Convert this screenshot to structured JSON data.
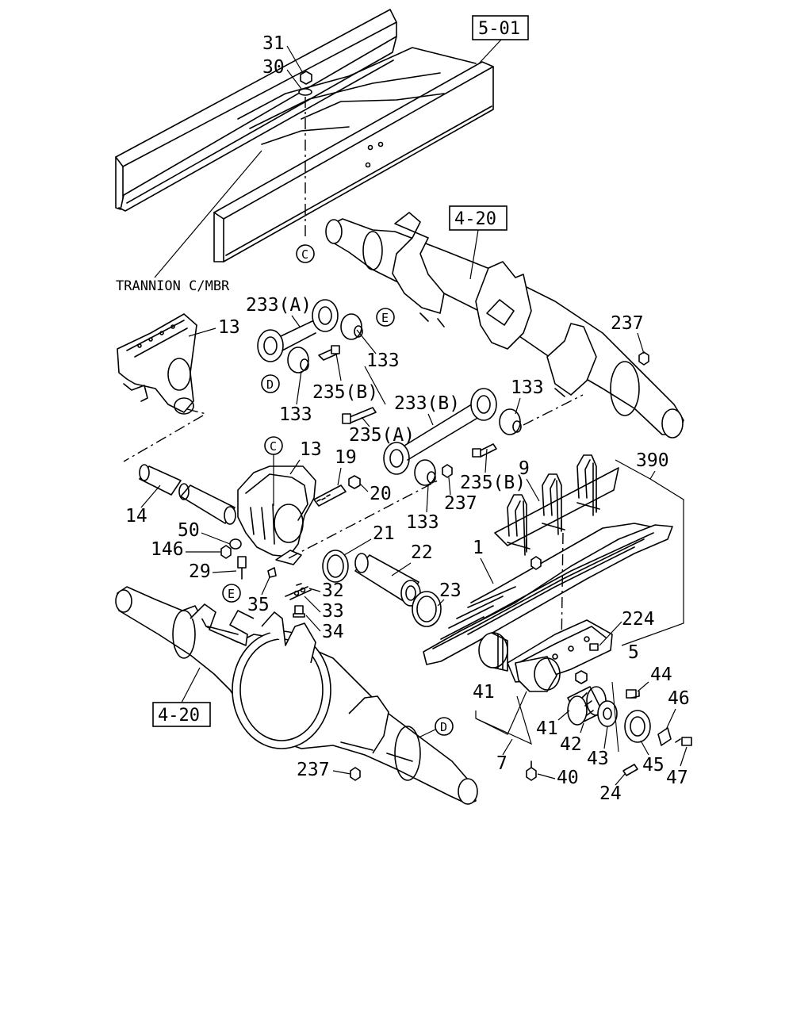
{
  "diagram": {
    "section_refs": [
      "5-01",
      "4-20",
      "4-20"
    ],
    "crossmember_label": "TRANNION C/MBR",
    "circle_refs": [
      "C",
      "C",
      "D",
      "D",
      "E",
      "E"
    ],
    "part_labels": {
      "p31": "31",
      "p30": "30",
      "p13a": "13",
      "p233a": "233(A)",
      "p133a": "133",
      "p235b1": "235(B)",
      "p133b": "133",
      "p237a": "237",
      "p133c": "133",
      "p233b": "233(B)",
      "p235a": "235(A)",
      "p13b": "13",
      "p19": "19",
      "p20": "20",
      "p235b2": "235(B)",
      "p237b": "237",
      "p390": "390",
      "p9": "9",
      "p14": "14",
      "p50": "50",
      "p146": "146",
      "p29": "29",
      "p21": "21",
      "p22": "22",
      "p133d": "133",
      "p1": "1",
      "p23": "23",
      "p32": "32",
      "p35": "35",
      "p33": "33",
      "p34": "34",
      "p224": "224",
      "p5": "5",
      "p44": "44",
      "p46": "46",
      "p41a": "41",
      "p41b": "41",
      "p42": "42",
      "p43": "43",
      "p45": "45",
      "p7": "7",
      "p40": "40",
      "p47": "47",
      "p237c": "237",
      "p24": "24"
    }
  }
}
